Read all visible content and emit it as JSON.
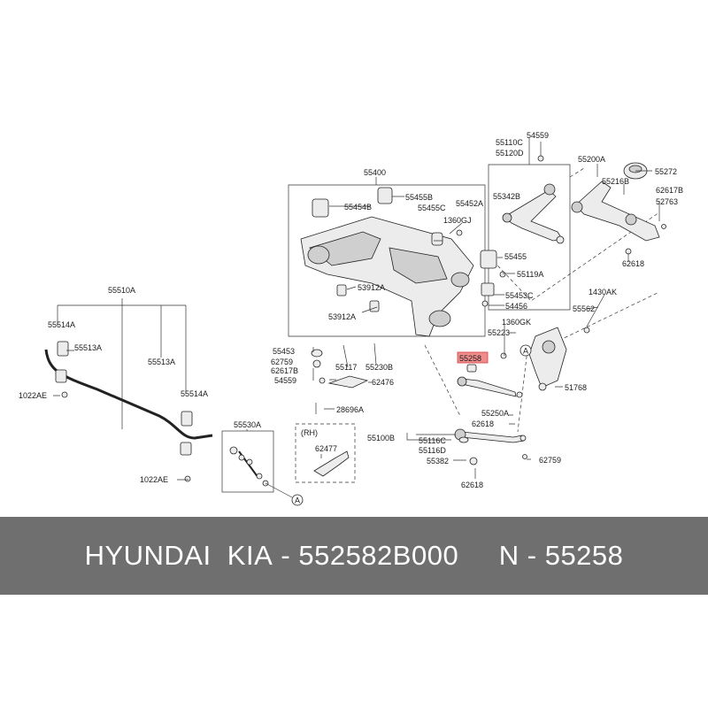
{
  "diagram": {
    "highlight_color": "#f08c8c",
    "labels": {
      "p55400": "55400",
      "p55455B": "55455B",
      "p55454B": "55454B",
      "p55455C": "55455C",
      "p55452A": "55452A",
      "p1360GJ": "1360GJ",
      "p55455": "55455",
      "p55119A": "55119A",
      "p53912A_1": "53912A",
      "p53912A_2": "53912A",
      "p55453C": "55453C",
      "p54456": "54456",
      "p54559_top": "54559",
      "p55110C": "55110C",
      "p55120D": "55120D",
      "p55200A": "55200A",
      "p55272": "55272",
      "p55216B": "55216B",
      "p55342B": "55342B",
      "p62617B_r": "62617B",
      "p52763": "52763",
      "p62618_r": "62618",
      "p1430AK": "1430AK",
      "p55562": "55562",
      "p1360GK": "1360GK",
      "p55223": "55223",
      "p55258": "55258",
      "p51768": "51768",
      "p55250A": "55250A",
      "p62618_m": "62618",
      "p55100B": "55100B",
      "p55116C": "55116C",
      "p55116D": "55116D",
      "p55382": "55382",
      "p62759_r": "62759",
      "p62618_b": "62618",
      "p55453": "55453",
      "p62759": "62759",
      "p62617B": "62617B",
      "p54559": "54559",
      "p55117": "55117",
      "p55230B": "55230B",
      "p62476": "62476",
      "p28696A": "28696A",
      "p55510A": "55510A",
      "p55514A_l": "55514A",
      "p55513A_l": "55513A",
      "p55513A": "55513A",
      "p55514A": "55514A",
      "p1022AE_1": "1022AE",
      "p1022AE_2": "1022AE",
      "p55530A": "55530A",
      "rh": "(RH)",
      "p62477": "62477",
      "circleA_1": "A",
      "circleA_2": "A"
    }
  },
  "banner": {
    "brand": "HYUNDAI  KIA",
    "separator": " - ",
    "part_number": "552582B000",
    "spacer": "     ",
    "ref_prefix": "N - ",
    "ref_number": "55258",
    "background": "#6f6f6f",
    "text_color": "#ffffff"
  }
}
